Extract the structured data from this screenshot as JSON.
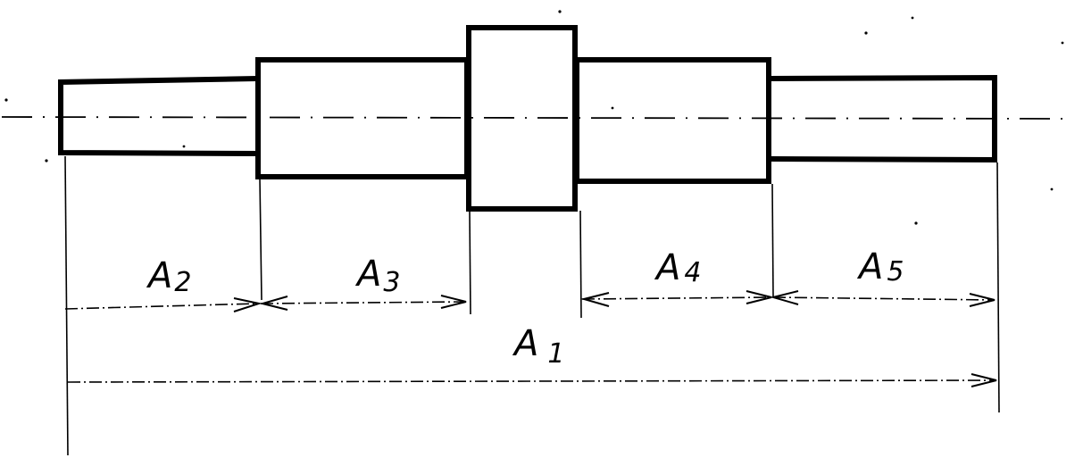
{
  "labels": {
    "a1": {
      "letter": "A",
      "index": "1"
    },
    "a2": {
      "letter": "A",
      "index": "2"
    },
    "a3": {
      "letter": "A",
      "index": "3"
    },
    "a4": {
      "letter": "A",
      "index": "4"
    },
    "a5": {
      "letter": "A",
      "index": "5"
    }
  },
  "colors": {
    "ink": "#000000",
    "paper": "#ffffff"
  }
}
